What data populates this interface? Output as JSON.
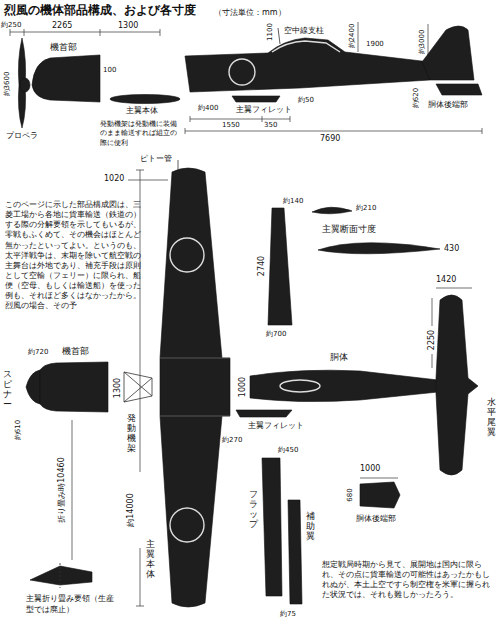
{
  "diagram": {
    "title": "烈風の機体部品構成、および各寸度",
    "labels": [
      "（寸法単位：mm）",
      "約250",
      "2265",
      "1300",
      "1100",
      "空中線支柱",
      "約2400",
      "約3000",
      "1900",
      "機首部",
      "約3600",
      "100",
      "主翼本体",
      "主翼フィレット",
      "発動機架は発動機に装備のまま輸送すれば組立の際に便利",
      "約620",
      "胴体後端部",
      "約400",
      "約50",
      "1550",
      "350",
      "7690",
      "プロペラ",
      "このページに示した部品構成図は、三菱工場から各地に貨車輸送（鉄道の）する際の分解要領を示してもいるが、零戦もふくめて、その機会はほとんど無かったといってよい。というのも、太平洋戦争は、末期を除いて航空戦の主舞台は外地であり、補充手段は原則として空輸（フェリー）に限られ、船便（空母、もしくは輸送船）を使った例も、それほど多くはなかったから。烈風の場合、その予",
      "ピトー管",
      "1020",
      "約140",
      "2740",
      "約210",
      "主翼断面寸度",
      "430",
      "1420",
      "約700",
      "胴体",
      "2250",
      "約720",
      "機首部",
      "約610",
      "スピナー",
      "1300",
      "1000",
      "主翼フィレット",
      "約270",
      "約450",
      "水平尾翼",
      "発動機架",
      "約14000",
      "折り畳み時10460",
      "主翼本体",
      "フラップ",
      "補助翼",
      "約75",
      "1000",
      "680",
      "胴体後端部",
      "主翼折り畳み要領（生産型では廃止）",
      "想定戦局時期から見て、展開地は国内に限られ、その点に貨車輸送の可能性はあったかもしれぬが、本土上空ですら制空権を米軍に握られた状況では、それも難しかったろう。"
    ]
  }
}
